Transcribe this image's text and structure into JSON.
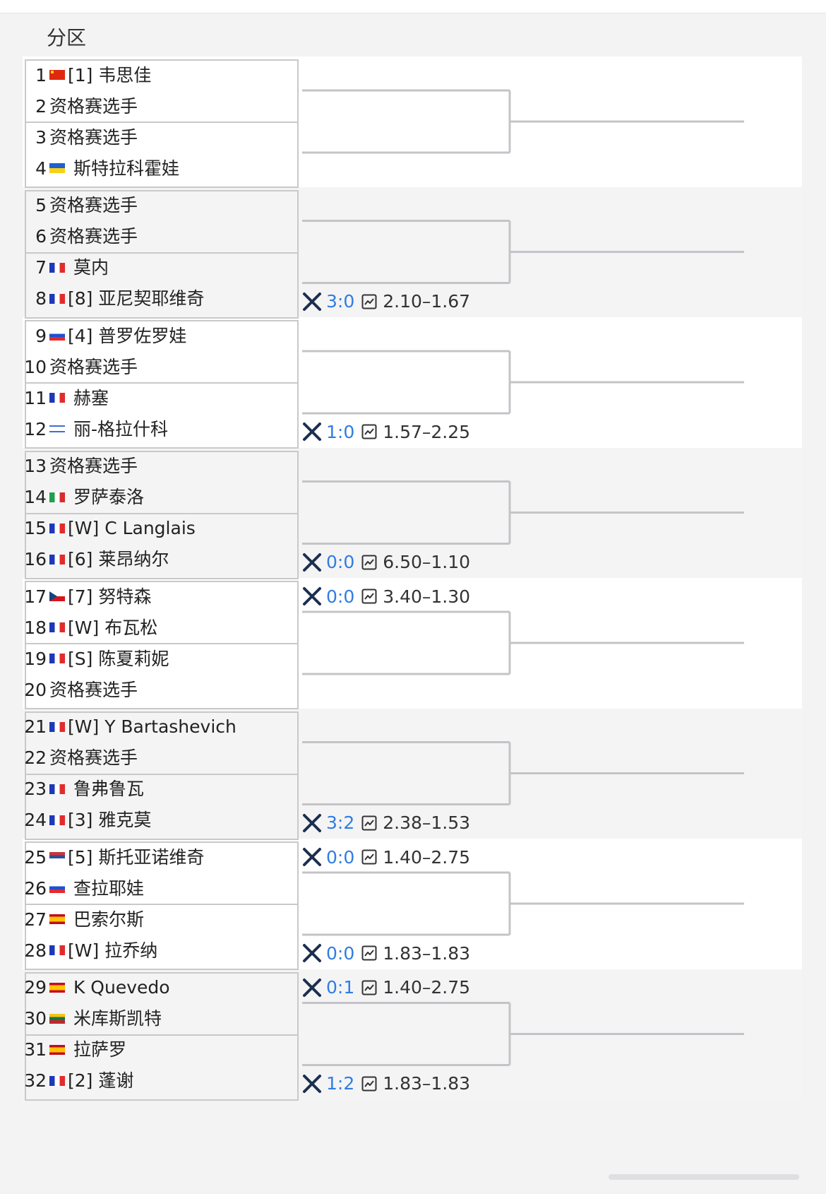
{
  "page": {
    "title": "分区"
  },
  "colors": {
    "accent": "#2f7de1",
    "border": "#c9c9cc",
    "line": "#c4c4c8",
    "block_white": "#ffffff",
    "block_gray": "#f4f4f5"
  },
  "entries": [
    {
      "no": "1",
      "seed": "[1] ",
      "name": "韦思佳",
      "flag": "china-flag"
    },
    {
      "no": "2",
      "seed": "",
      "name": "资格赛选手",
      "flag": ""
    },
    {
      "no": "3",
      "seed": "",
      "name": "资格赛选手",
      "flag": ""
    },
    {
      "no": "4",
      "seed": " ",
      "name": "斯特拉科霍娃",
      "flag": "ukraine-flag"
    },
    {
      "no": "5",
      "seed": "",
      "name": "资格赛选手",
      "flag": ""
    },
    {
      "no": "6",
      "seed": "",
      "name": "资格赛选手",
      "flag": ""
    },
    {
      "no": "7",
      "seed": " ",
      "name": "莫内",
      "flag": "france-flag"
    },
    {
      "no": "8",
      "seed": "[8] ",
      "name": "亚尼契耶维奇",
      "flag": "france-flag"
    },
    {
      "no": "9",
      "seed": "[4] ",
      "name": "普罗佐罗娃",
      "flag": "russia-flag"
    },
    {
      "no": "10",
      "seed": "",
      "name": "资格赛选手",
      "flag": ""
    },
    {
      "no": "11",
      "seed": " ",
      "name": "赫塞",
      "flag": "france-flag"
    },
    {
      "no": "12",
      "seed": " ",
      "name": "丽-格拉什科",
      "flag": "israel-flag"
    },
    {
      "no": "13",
      "seed": "",
      "name": "资格赛选手",
      "flag": ""
    },
    {
      "no": "14",
      "seed": " ",
      "name": "罗萨泰洛",
      "flag": "italy-flag"
    },
    {
      "no": "15",
      "seed": "[W] ",
      "name": "C Langlais",
      "flag": "france-flag"
    },
    {
      "no": "16",
      "seed": "[6] ",
      "name": "莱昂纳尔",
      "flag": "france-flag"
    },
    {
      "no": "17",
      "seed": "[7] ",
      "name": "努特森",
      "flag": "czech-flag"
    },
    {
      "no": "18",
      "seed": "[W] ",
      "name": "布瓦松",
      "flag": "france-flag"
    },
    {
      "no": "19",
      "seed": "[S] ",
      "name": "陈夏莉妮",
      "flag": "france-flag"
    },
    {
      "no": "20",
      "seed": "",
      "name": "资格赛选手",
      "flag": ""
    },
    {
      "no": "21",
      "seed": "[W] ",
      "name": "Y Bartashevich",
      "flag": "france-flag"
    },
    {
      "no": "22",
      "seed": "",
      "name": "资格赛选手",
      "flag": ""
    },
    {
      "no": "23",
      "seed": " ",
      "name": "鲁弗鲁瓦",
      "flag": "france-flag"
    },
    {
      "no": "24",
      "seed": "[3] ",
      "name": "雅克莫",
      "flag": "france-flag"
    },
    {
      "no": "25",
      "seed": "[5] ",
      "name": "斯托亚诺维奇",
      "flag": "serbia-flag"
    },
    {
      "no": "26",
      "seed": " ",
      "name": "查拉耶娃",
      "flag": "russia-flag"
    },
    {
      "no": "27",
      "seed": " ",
      "name": "巴索尔斯",
      "flag": "spain-flag"
    },
    {
      "no": "28",
      "seed": "[W] ",
      "name": "拉乔纳",
      "flag": "france-flag"
    },
    {
      "no": "29",
      "seed": " ",
      "name": "K Quevedo",
      "flag": "spain-flag"
    },
    {
      "no": "30",
      "seed": " ",
      "name": "米库斯凯特",
      "flag": "lithuania-flag"
    },
    {
      "no": "31",
      "seed": " ",
      "name": "拉萨罗",
      "flag": "spain-flag"
    },
    {
      "no": "32",
      "seed": "[2] ",
      "name": "蓬谢",
      "flag": "france-flag"
    }
  ],
  "odds": [
    {
      "match": 4,
      "pos": "low",
      "score": "3:0",
      "odds": "2.10–1.67"
    },
    {
      "match": 6,
      "pos": "low",
      "score": "1:0",
      "odds": "1.57–2.25"
    },
    {
      "match": 8,
      "pos": "low",
      "score": "0:0",
      "odds": "6.50–1.10"
    },
    {
      "match": 9,
      "pos": "high",
      "score": "0:0",
      "odds": "3.40–1.30"
    },
    {
      "match": 12,
      "pos": "low",
      "score": "3:2",
      "odds": "2.38–1.53"
    },
    {
      "match": 13,
      "pos": "high",
      "score": "0:0",
      "odds": "1.40–2.75"
    },
    {
      "match": 14,
      "pos": "low",
      "score": "0:0",
      "odds": "1.83–1.83"
    },
    {
      "match": 15,
      "pos": "high",
      "score": "0:1",
      "odds": "1.40–2.75"
    },
    {
      "match": 16,
      "pos": "low",
      "score": "1:2",
      "odds": "1.83–1.83"
    }
  ],
  "icons": {
    "match_icon": "crossed-swords-icon",
    "odds_icon": "trend-chart-icon"
  }
}
